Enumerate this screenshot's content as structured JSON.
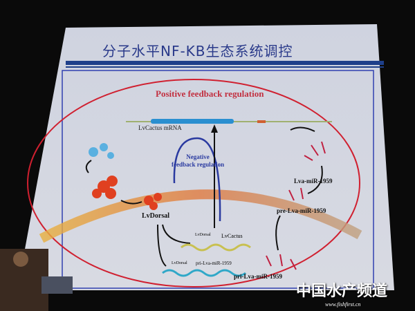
{
  "slide": {
    "title": "分子水平NF-KB生态系统调控",
    "positive_label": "Positive feedback regulation",
    "negative_label_1": "Negative",
    "negative_label_2": "feedback regulation",
    "cactus_mrna": "LvCactus mRNA",
    "dorsal": "LvDorsal",
    "mir": "Lva-miR-1959",
    "pre_mir": "pre-Lva-miR-1959",
    "pri_mir": "pri-Lva-miR-1959",
    "gene1_promoter": "LvDorsal",
    "gene1_name": "LvCactus",
    "gene2_promoter": "LvDorsal",
    "gene2_name": "pri-Lva-miR-1959"
  },
  "watermark": {
    "name": "中国水产频道",
    "url": "www.fishfirst.cn"
  },
  "colors": {
    "title": "#2a3a8a",
    "positive": "#c23040",
    "negative": "#2a3aa0"
  }
}
